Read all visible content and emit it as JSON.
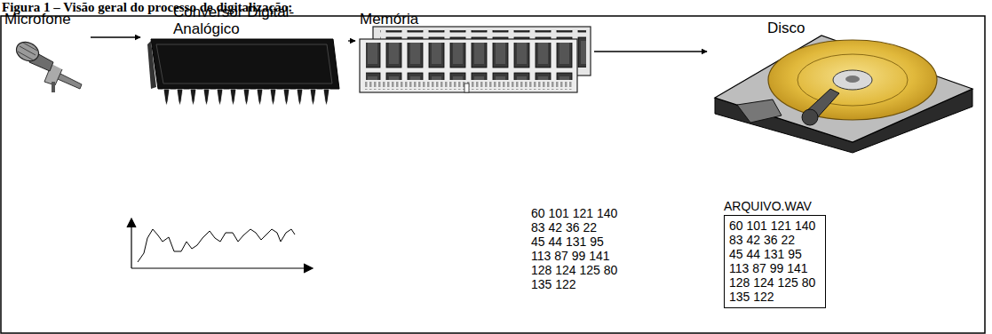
{
  "diagram": {
    "title": "Figura 1 – Visão geral do processo de digitalização:",
    "nodes": [
      {
        "text": [
          "Microfone"
        ]
      },
      {
        "text": [
          "Conversor Digital-Analógico"
        ]
      },
      {
        "text": [
          "Memória"
        ]
      },
      {
        "text": [
          "Disco"
        ]
      },
      {
        "text": [
          "ARQUIVO.WAV",
          "60 101 121 140",
          "83 42 36 22",
          "45 44 131 95",
          "113 87 99 141",
          "128 124 125 80",
          "135 122"
        ]
      }
    ],
    "edges": [
      {
        "from": 0,
        "to": 1,
        "arrow": "to"
      },
      {
        "from": 1,
        "to": 2,
        "arrow": "to"
      },
      {
        "from": 2,
        "to": 3,
        "arrow": "to"
      }
    ],
    "labels": [
      "60 101 121 140",
      "83 42 36 22",
      "45 44 131 95",
      "113 87 99 141",
      "128 124 125 80",
      "135 122"
    ]
  }
}
